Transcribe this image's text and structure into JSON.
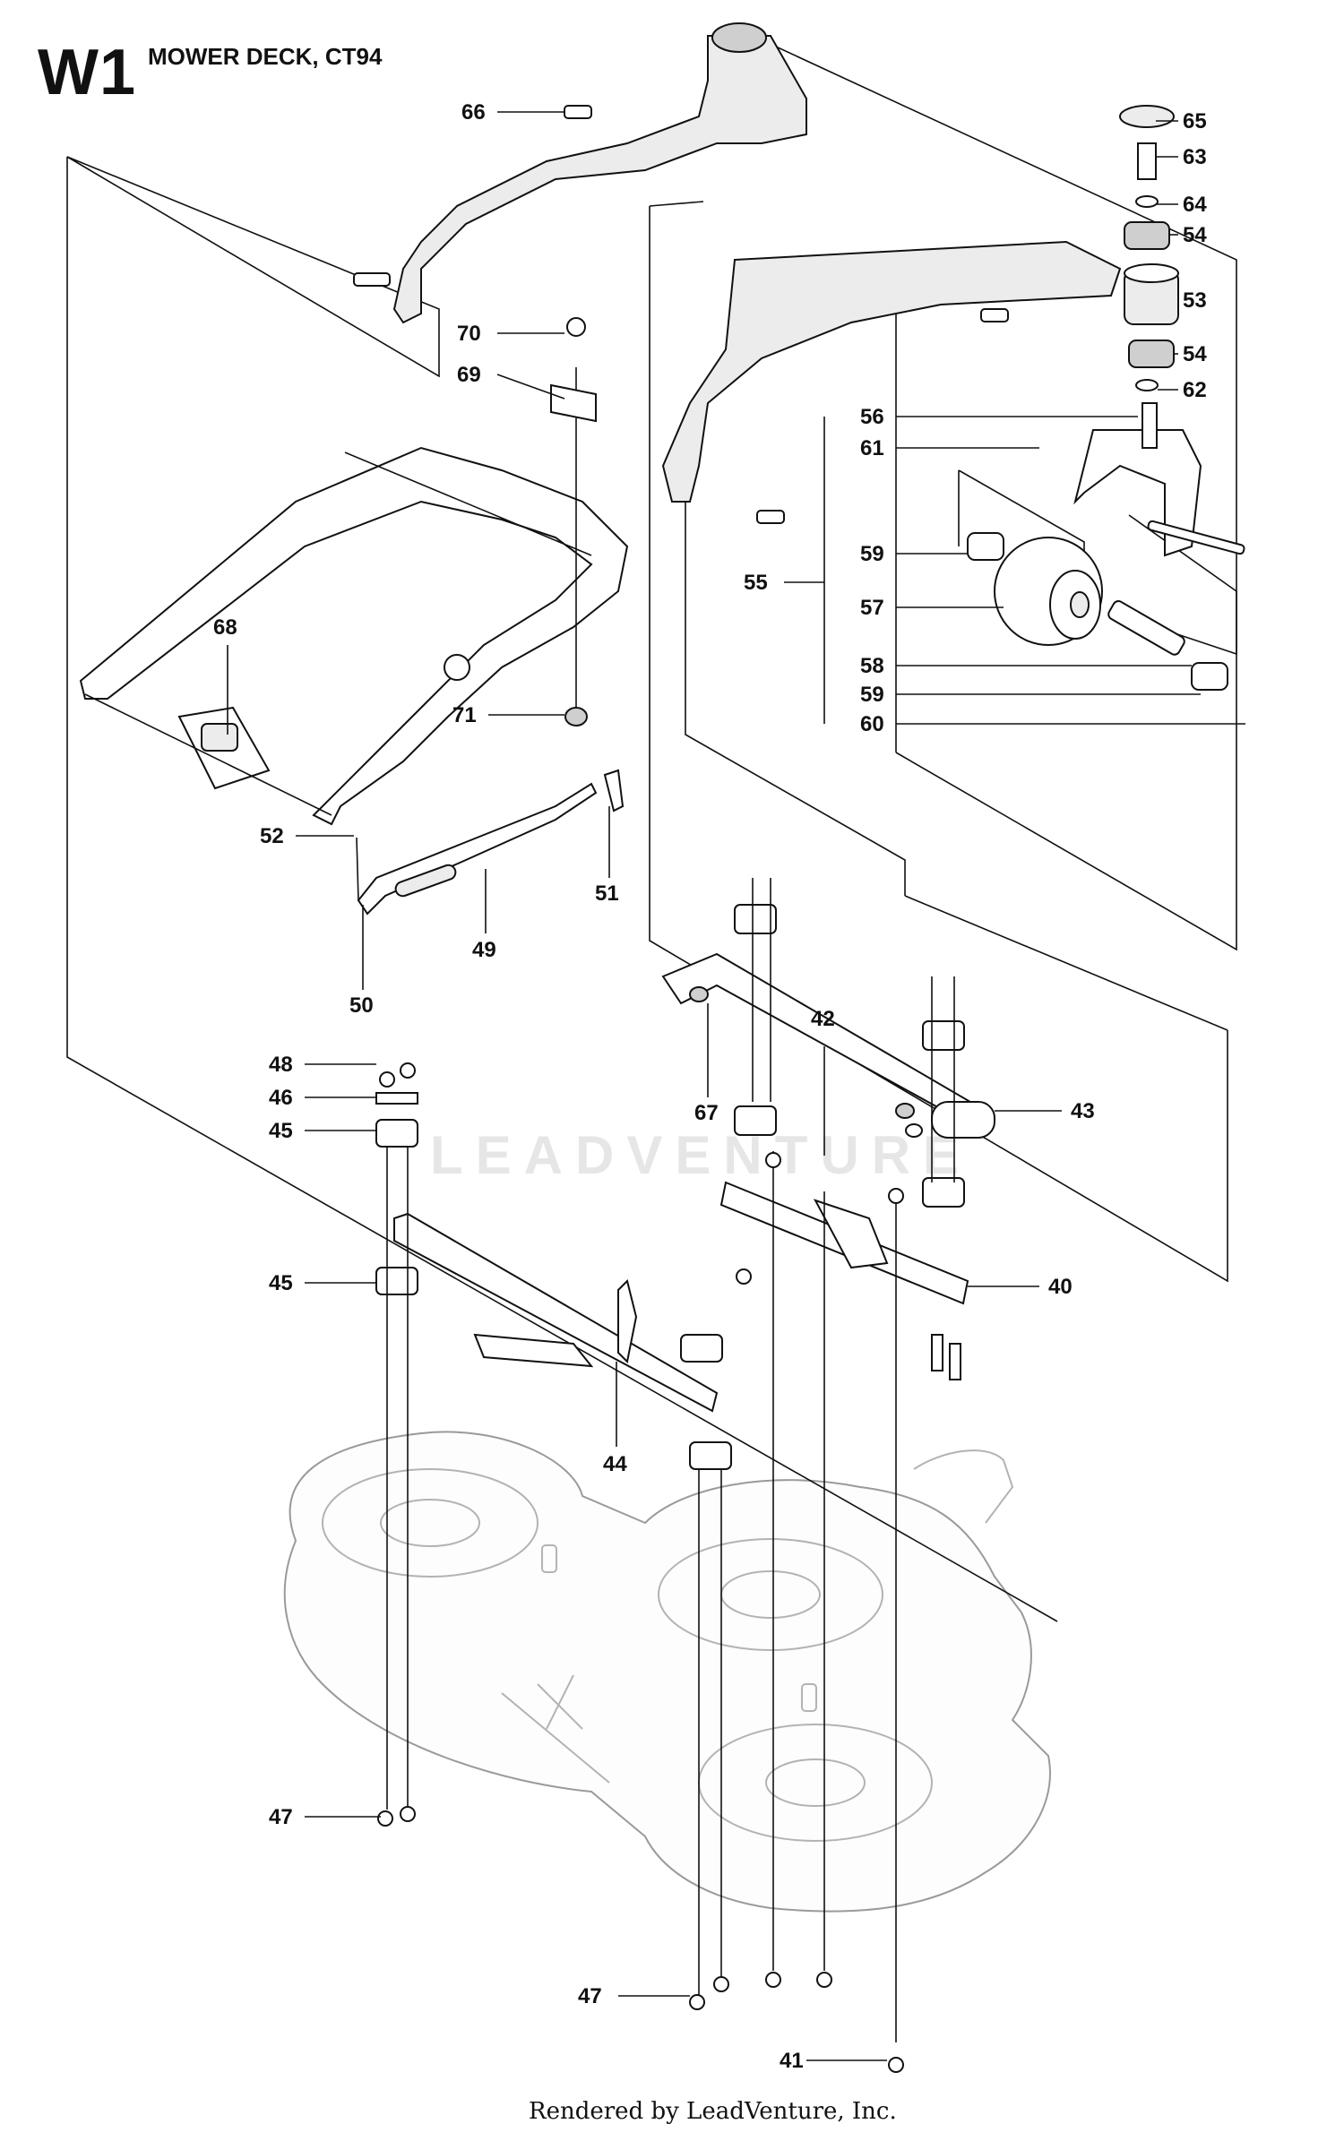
{
  "header": {
    "code": "W1",
    "title": "MOWER DECK, CT94"
  },
  "watermark": "LEADVENTURE",
  "footer": "Rendered by LeadVenture, Inc.",
  "callouts": [
    {
      "id": "66",
      "label": "66"
    },
    {
      "id": "65",
      "label": "65"
    },
    {
      "id": "63",
      "label": "63"
    },
    {
      "id": "64",
      "label": "64"
    },
    {
      "id": "54a",
      "label": "54"
    },
    {
      "id": "53",
      "label": "53"
    },
    {
      "id": "54b",
      "label": "54"
    },
    {
      "id": "62",
      "label": "62"
    },
    {
      "id": "70",
      "label": "70"
    },
    {
      "id": "69",
      "label": "69"
    },
    {
      "id": "56",
      "label": "56"
    },
    {
      "id": "61",
      "label": "61"
    },
    {
      "id": "59a",
      "label": "59"
    },
    {
      "id": "55",
      "label": "55"
    },
    {
      "id": "57",
      "label": "57"
    },
    {
      "id": "58",
      "label": "58"
    },
    {
      "id": "59b",
      "label": "59"
    },
    {
      "id": "60",
      "label": "60"
    },
    {
      "id": "68",
      "label": "68"
    },
    {
      "id": "71",
      "label": "71"
    },
    {
      "id": "52",
      "label": "52"
    },
    {
      "id": "51",
      "label": "51"
    },
    {
      "id": "49",
      "label": "49"
    },
    {
      "id": "50",
      "label": "50"
    },
    {
      "id": "48",
      "label": "48"
    },
    {
      "id": "46",
      "label": "46"
    },
    {
      "id": "45a",
      "label": "45"
    },
    {
      "id": "67",
      "label": "67"
    },
    {
      "id": "42",
      "label": "42"
    },
    {
      "id": "43",
      "label": "43"
    },
    {
      "id": "45b",
      "label": "45"
    },
    {
      "id": "40",
      "label": "40"
    },
    {
      "id": "44",
      "label": "44"
    },
    {
      "id": "47a",
      "label": "47"
    },
    {
      "id": "47b",
      "label": "47"
    },
    {
      "id": "41",
      "label": "41"
    }
  ]
}
